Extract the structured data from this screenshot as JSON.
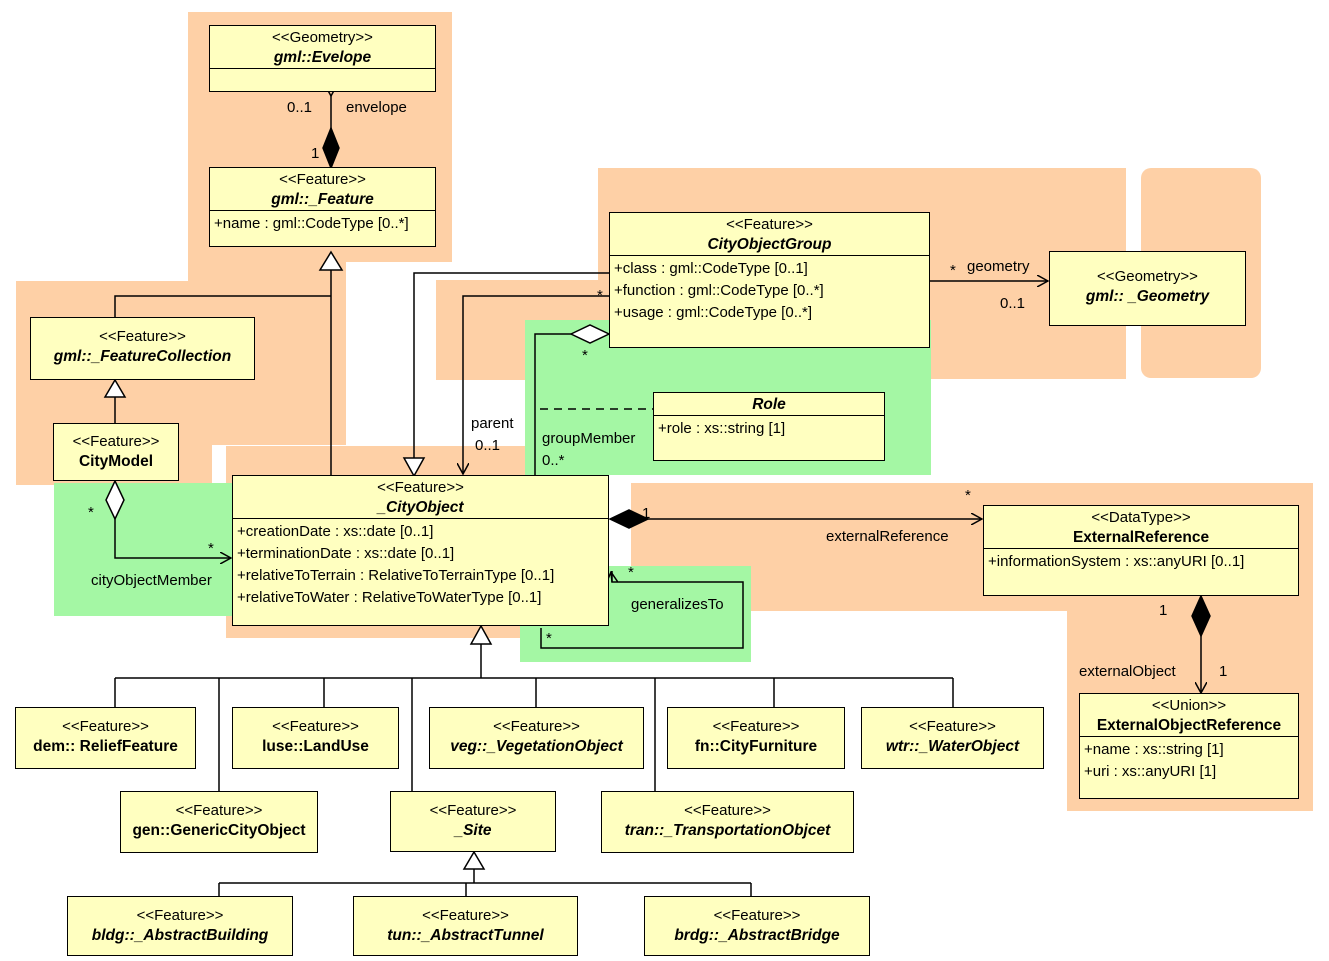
{
  "classes": {
    "envelope": {
      "stereotype": "<<Geometry>>",
      "name": "gml::Evelope"
    },
    "feature": {
      "stereotype": "<<Feature>>",
      "name": "gml::_Feature",
      "attrs": [
        "+name : gml::CodeType [0..*]"
      ]
    },
    "fcollection": {
      "stereotype": "<<Feature>>",
      "name": "gml::_FeatureCollection"
    },
    "citymodel": {
      "stereotype": "<<Feature>>",
      "name": "CityModel"
    },
    "cityobjectgroup": {
      "stereotype": "<<Feature>>",
      "name": "CityObjectGroup",
      "attrs": [
        "+class : gml::CodeType [0..1]",
        "+function : gml::CodeType [0..*]",
        "+usage : gml::CodeType [0..*]"
      ]
    },
    "geometry": {
      "stereotype": "<<Geometry>>",
      "name": "gml:: _Geometry"
    },
    "role": {
      "name": "Role",
      "attrs": [
        "+role : xs::string [1]"
      ]
    },
    "cityobject": {
      "stereotype": "<<Feature>>",
      "name": "_CityObject",
      "attrs": [
        "+creationDate : xs::date [0..1]",
        "+terminationDate : xs::date [0..1]",
        "+relativeToTerrain : RelativeToTerrainType [0..1]",
        "+relativeToWater : RelativeToWaterType [0..1]"
      ]
    },
    "extref": {
      "stereotype": "<<DataType>>",
      "name": "ExternalReference",
      "attrs": [
        "+informationSystem : xs::anyURI [0..1]"
      ]
    },
    "extobjref": {
      "stereotype": "<<Union>>",
      "name": "ExternalObjectReference",
      "attrs": [
        "+name : xs::string [1]",
        "+uri : xs::anyURI [1]"
      ]
    },
    "relief": {
      "stereotype": "<<Feature>>",
      "name": "dem:: ReliefFeature"
    },
    "landuse": {
      "stereotype": "<<Feature>>",
      "name": "luse::LandUse"
    },
    "vegetation": {
      "stereotype": "<<Feature>>",
      "name": "veg::_VegetationObject"
    },
    "furniture": {
      "stereotype": "<<Feature>>",
      "name": "fn::CityFurniture"
    },
    "water": {
      "stereotype": "<<Feature>>",
      "name": "wtr::_WaterObject"
    },
    "generic": {
      "stereotype": "<<Feature>>",
      "name": "gen::GenericCityObject"
    },
    "site": {
      "stereotype": "<<Feature>>",
      "name": "_Site"
    },
    "transport": {
      "stereotype": "<<Feature>>",
      "name": "tran::_TransportationObjcet"
    },
    "building": {
      "stereotype": "<<Feature>>",
      "name": "bldg::_AbstractBuilding"
    },
    "tunnel": {
      "stereotype": "<<Feature>>",
      "name": "tun::_AbstractTunnel"
    },
    "bridge": {
      "stereotype": "<<Feature>>",
      "name": "brdg::_AbstractBridge"
    }
  },
  "labels": {
    "env_mult": "0..1",
    "env_role": "envelope",
    "env_one": "1",
    "geom_star": "*",
    "geom_role": "geometry",
    "geom_mult": "0..1",
    "function_star": "*",
    "group_star": "*",
    "parent_role": "parent",
    "parent_mult": "0..1",
    "gm_role": "groupMember",
    "gm_mult": "0..*",
    "cm_star": "*",
    "cm_star2": "*",
    "cm_role": "cityObjectMember",
    "er_one": "1",
    "er_star": "*",
    "er_role": "externalReference",
    "gen_star1": "*",
    "gen_star2": "*",
    "gen_role": "generalizesTo",
    "eo_one": "1",
    "eo_role": "externalObject",
    "eo_one2": "1"
  }
}
